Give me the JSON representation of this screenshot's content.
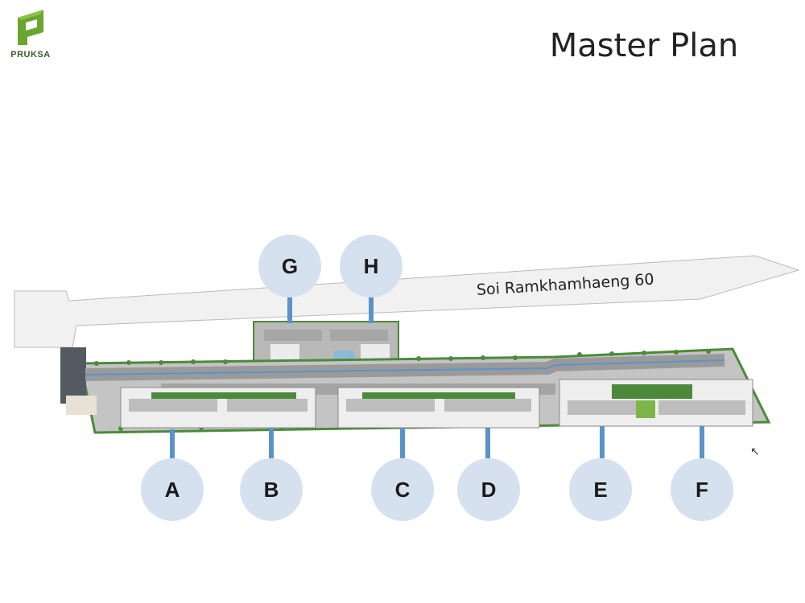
{
  "brand": {
    "logo_text": "PRUKSA",
    "logo_color": "#6aa530"
  },
  "title": "Master Plan",
  "road_label": "Soi Ramkhamhaeng 60",
  "colors": {
    "bubble": "#d6e1ef",
    "stem": "#5b93c9",
    "road": "#f1f1f1",
    "paving": "#b9b9b9",
    "hedge": "#4b8a3a"
  },
  "buildings": {
    "a": "A",
    "b": "B",
    "c": "C",
    "d": "D",
    "e": "E",
    "f": "F",
    "g": "G",
    "h": "H"
  }
}
